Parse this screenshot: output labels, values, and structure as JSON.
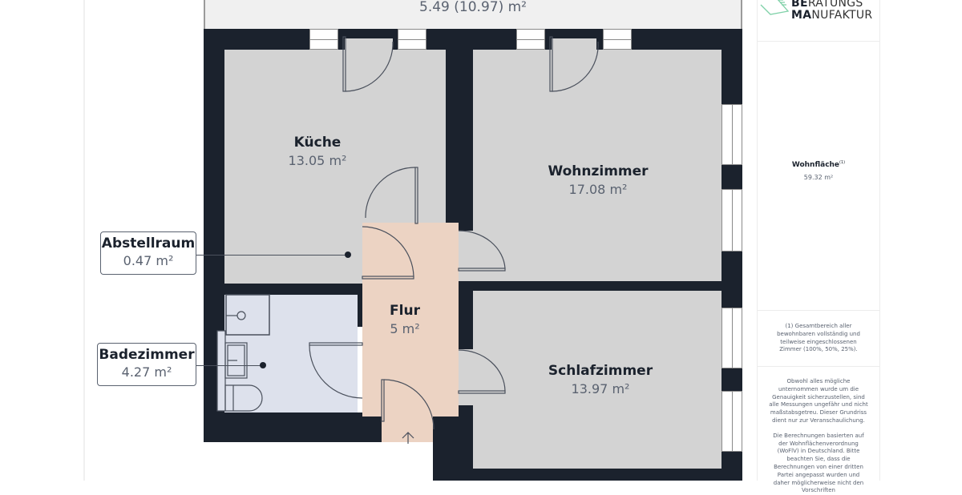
{
  "floorplan": {
    "balcony": {
      "area": "5.49 (10.97) m²"
    },
    "rooms": [
      {
        "id": "kueche",
        "name": "Küche",
        "area": "13.05 m²"
      },
      {
        "id": "wohnzimmer",
        "name": "Wohnzimmer",
        "area": "17.08 m²"
      },
      {
        "id": "flur",
        "name": "Flur",
        "area": "5 m²"
      },
      {
        "id": "schlafzimmer",
        "name": "Schlafzimmer",
        "area": "13.97 m²"
      }
    ],
    "callouts": [
      {
        "id": "abstellraum",
        "name": "Abstellraum",
        "area": "0.47 m²"
      },
      {
        "id": "badezimmer",
        "name": "Badezimmer",
        "area": "4.27 m²"
      }
    ],
    "colors": {
      "wall": "#1b222d",
      "room": "#d3d3d3",
      "hallway": "#ecd3c3",
      "bathroom": "#dde1ec",
      "logo_accent": "#7fd1a8"
    }
  },
  "sidebar": {
    "logo": {
      "line1_bold": "BE",
      "line1_rest": "RATUNGS",
      "line2_bold": "MA",
      "line2_rest": "NUFAKTUR"
    },
    "wohnflaeche": {
      "title": "Wohnfläche",
      "footnote_mark": "(1)",
      "value": "59.32 m²"
    },
    "footnote": "(1) Gesamtbereich aller bewohnbaren vollständig und teilweise eingeschlossenen Zimmer (100%, 50%, 25%).",
    "disclaimer1": "Obwohl alles mögliche unternommen wurde um die Genauigkeit sicherzustellen, sind alle Messungen ungefähr und nicht maßstabsgetreu. Dieser Grundriss dient nur zur Veranschaulichung.",
    "disclaimer2": "Die Berechnungen basierten auf der Wohnflächenverordnung (WoFlV) in Deutschland. Bitte beachten Sie, dass die Berechnungen von einer dritten Partei angepasst wurden und daher möglicherweise nicht den Vorschriften"
  }
}
